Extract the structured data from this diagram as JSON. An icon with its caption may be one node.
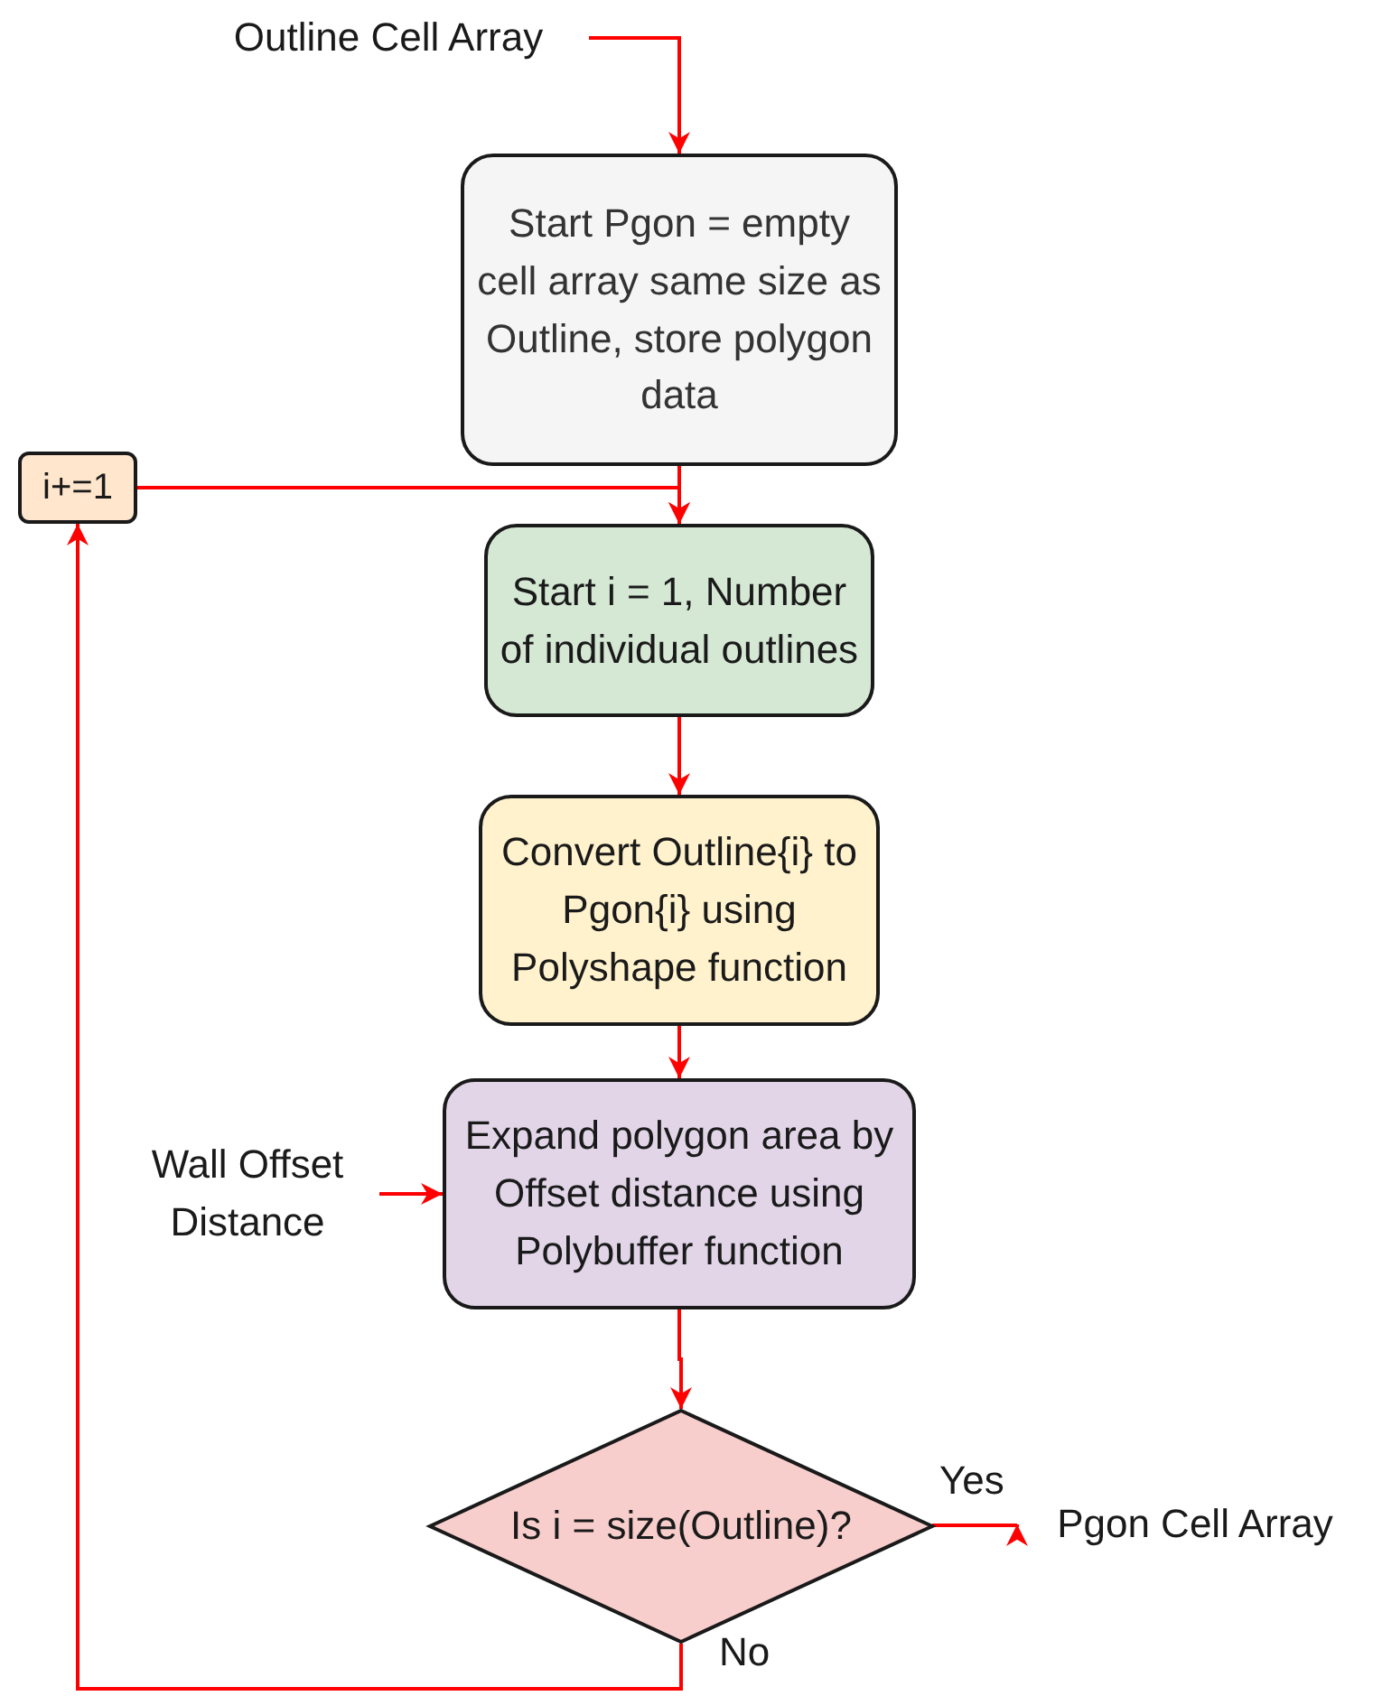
{
  "diagram": {
    "nodes": [
      {
        "text": [
          "Outline Cell Array"
        ]
      },
      {
        "text": [
          "Start Pgon = empty cell array same size as Outline, store polygon data"
        ]
      },
      {
        "text": [
          "i+=1"
        ]
      },
      {
        "text": [
          "Start i = 1, Number of individual outlines"
        ]
      },
      {
        "text": [
          "Convert Outline{i} to Pgon{i} using Polyshape function"
        ]
      },
      {
        "text": [
          "Expand polygon area by Offset distance using Polybuffer function"
        ]
      },
      {
        "text": [
          "Wall Offset Distance"
        ]
      },
      {
        "text": [
          "Is i = size(Outline)?"
        ]
      },
      {
        "text": [
          "Pgon Cell Array"
        ]
      }
    ],
    "edges": [
      {
        "from": 0,
        "to": 1,
        "arrow": "to"
      },
      {
        "from": 2,
        "to": 3,
        "arrow": "to"
      },
      {
        "from": 1,
        "to": 3,
        "arrow": "to"
      },
      {
        "from": 3,
        "to": 4,
        "arrow": "to"
      },
      {
        "from": 4,
        "to": 5,
        "arrow": "to"
      },
      {
        "from": 6,
        "to": 5,
        "arrow": "to"
      },
      {
        "from": 5,
        "to": 7,
        "arrow": "to"
      },
      {
        "from": 7,
        "to": 8,
        "arrow": "to",
        "label": "Yes"
      },
      {
        "from": 7,
        "to": 2,
        "arrow": "to",
        "label": "No"
      }
    ]
  }
}
